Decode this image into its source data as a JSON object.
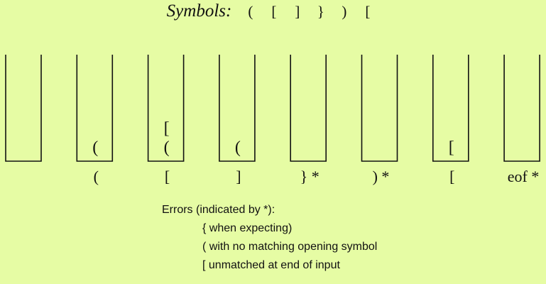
{
  "title": {
    "label": "Symbols:",
    "symbols": [
      "(",
      "[",
      "]",
      "}",
      ")",
      "["
    ]
  },
  "stacks": [
    {
      "contents": [],
      "input": ""
    },
    {
      "contents": [
        "("
      ],
      "input": "("
    },
    {
      "contents": [
        "(",
        "["
      ],
      "input": "["
    },
    {
      "contents": [
        "("
      ],
      "input": "]"
    },
    {
      "contents": [],
      "input": "} *"
    },
    {
      "contents": [],
      "input": ") *"
    },
    {
      "contents": [
        "["
      ],
      "input": "["
    },
    {
      "contents": [],
      "input": "eof *"
    }
  ],
  "errors": {
    "heading": "Errors (indicated by *):",
    "lines": [
      "{ when expecting)",
      "( with no matching opening symbol",
      "[ unmatched at end of input"
    ]
  }
}
